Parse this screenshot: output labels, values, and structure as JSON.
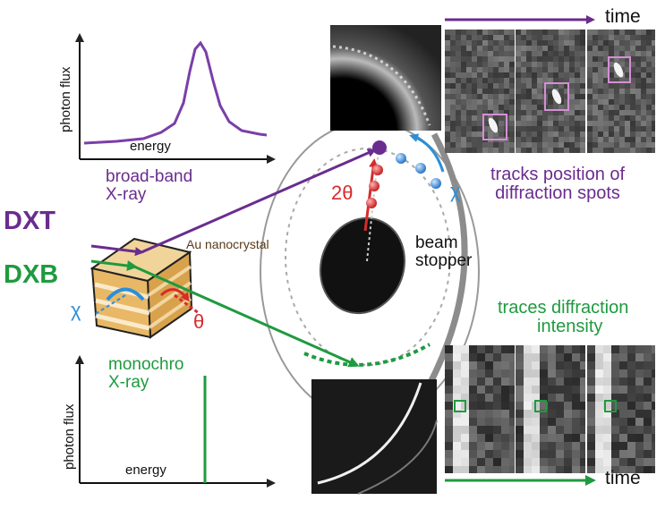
{
  "colors": {
    "purple": "#6a2c8f",
    "green": "#1f9a3f",
    "red": "#d62b2b",
    "blue": "#2b8fd8",
    "pink": "#d68fd6",
    "gray": "#8a8a8a"
  },
  "top_plot": {
    "ylabel": "photon flux",
    "xlabel": "energy",
    "caption_line1": "broad-band",
    "caption_line2": "X-ray"
  },
  "bottom_plot": {
    "ylabel": "photon flux",
    "xlabel": "energy",
    "caption_line1": "monochro",
    "caption_line2": "X-ray"
  },
  "labels": {
    "dxt": "DXT",
    "dxb": "DXB",
    "crystal": "Au nanocrystal",
    "chi": "χ",
    "theta": "θ",
    "two_theta": "2θ",
    "beam_line1": "beam",
    "beam_line2": "stopper",
    "time_top": "time",
    "time_bottom": "time",
    "tracks_line1": "tracks position of",
    "tracks_line2": "diffraction spots",
    "traces_line1": "traces diffraction",
    "traces_line2": "intensity"
  }
}
